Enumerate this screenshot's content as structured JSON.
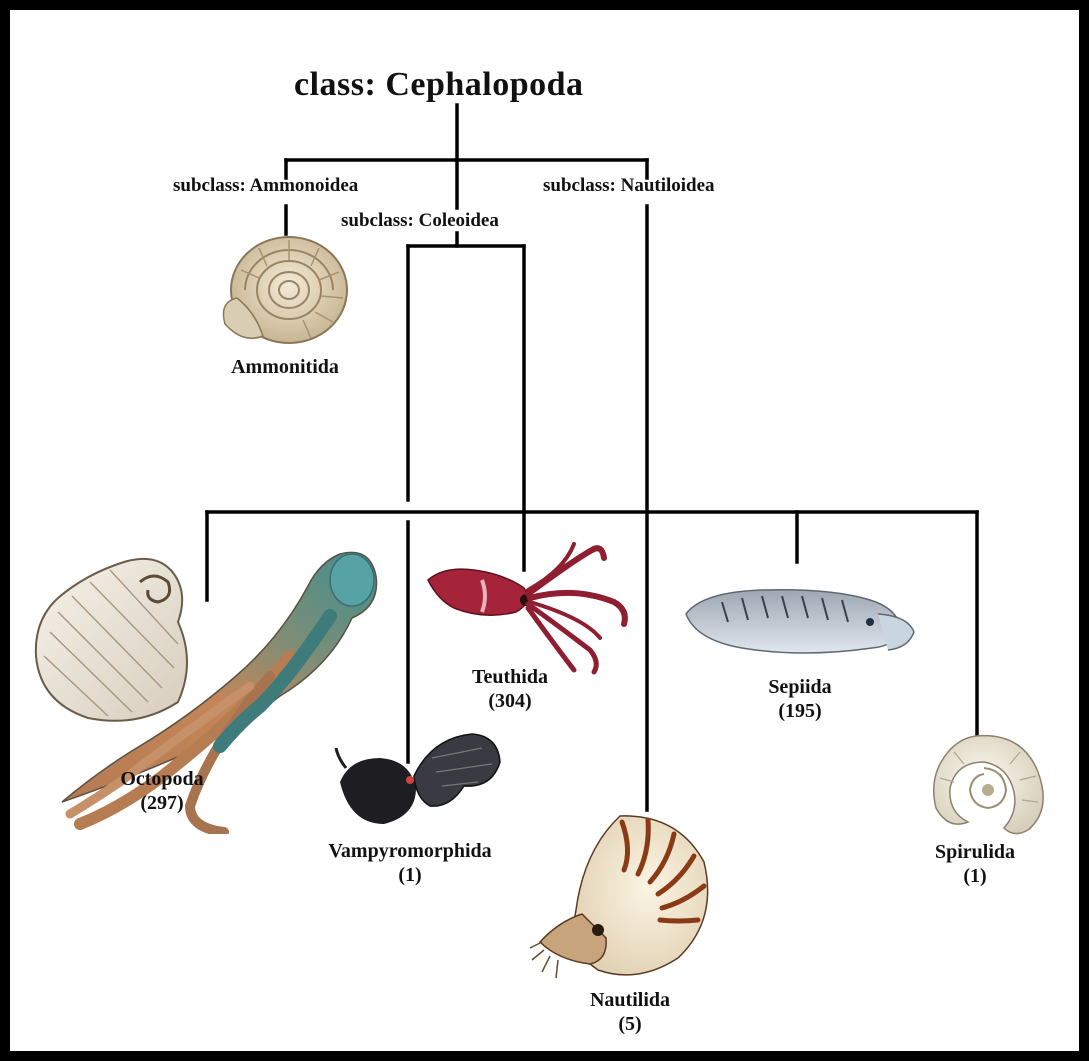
{
  "title": "class: Cephalopoda",
  "subclasses": {
    "ammonoidea": "subclass: Ammonoidea",
    "coleoidea": "subclass: Coleoidea",
    "nautiloidea": "subclass: Nautiloidea"
  },
  "orders": {
    "ammonitida": {
      "name": "Ammonitida"
    },
    "octopoda": {
      "name": "Octopoda",
      "count": "(297)"
    },
    "teuthida": {
      "name": "Teuthida",
      "count": "(304)"
    },
    "sepiida": {
      "name": "Sepiida",
      "count": "(195)"
    },
    "vampyromorphida": {
      "name": "Vampyromorphida",
      "count": "(1)"
    },
    "nautilida": {
      "name": "Nautilida",
      "count": "(5)"
    },
    "spirulida": {
      "name": "Spirulida",
      "count": "(1)"
    }
  },
  "icons": [
    "ammonite-icon",
    "argonaut-shell-icon",
    "octopus-icon",
    "squid-icon",
    "cuttlefish-icon",
    "vampire-squid-icon",
    "nautilus-icon",
    "spirula-shell-icon"
  ],
  "colors": {
    "lines": "#000000",
    "squid": "#a5243a",
    "octopus": "#c07a4c",
    "vampire": "#1e1e22",
    "nautilus_stripe": "#8a3a14"
  }
}
